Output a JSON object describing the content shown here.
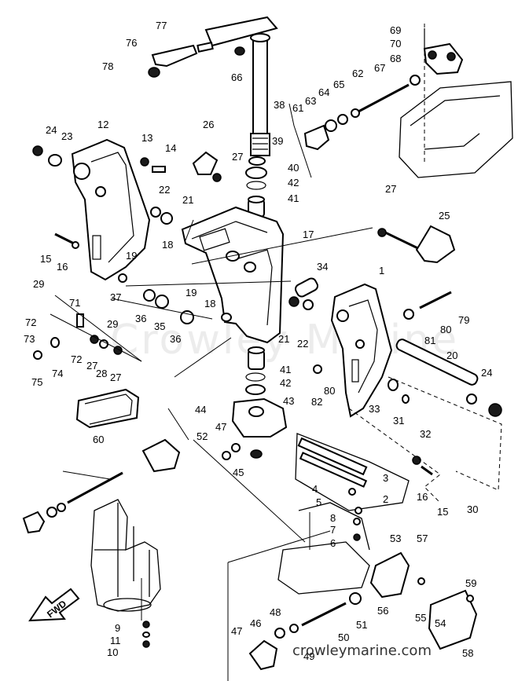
{
  "watermark": "Crowley Marine",
  "footer_brand": "crowleymarine.com",
  "fwd_label": "FWD",
  "callouts": {
    "1": "1",
    "2": "2",
    "3": "3",
    "4": "4",
    "5": "5",
    "6": "6",
    "7": "7",
    "8": "8",
    "9": "9",
    "10": "10",
    "11": "11",
    "12": "12",
    "13": "13",
    "14": "14",
    "15": "15",
    "16": "16",
    "17": "17",
    "18": "18",
    "19": "19",
    "20": "20",
    "21": "21",
    "22": "22",
    "23": "23",
    "24": "24",
    "25": "25",
    "26": "26",
    "27": "27",
    "28": "28",
    "29": "29",
    "30": "30",
    "31": "31",
    "32": "32",
    "33": "33",
    "34": "34",
    "35": "35",
    "36": "36",
    "37": "37",
    "38": "38",
    "39": "39",
    "40": "40",
    "41": "41",
    "42": "42",
    "43": "43",
    "44": "44",
    "45": "45",
    "46": "46",
    "47": "47",
    "48": "48",
    "49": "49",
    "50": "50",
    "51": "51",
    "52": "52",
    "53": "53",
    "54": "54",
    "55": "55",
    "56": "56",
    "57": "57",
    "58": "58",
    "59": "59",
    "60": "60",
    "61": "61",
    "62": "62",
    "63": "63",
    "64": "64",
    "65": "65",
    "66": "66",
    "67": "67",
    "68": "68",
    "69": "69",
    "70": "70",
    "71": "71",
    "72": "72",
    "73": "73",
    "74": "74",
    "75": "75",
    "76": "76",
    "77": "77",
    "78": "78",
    "79": "79",
    "80": "80",
    "81": "81",
    "82": "82"
  }
}
